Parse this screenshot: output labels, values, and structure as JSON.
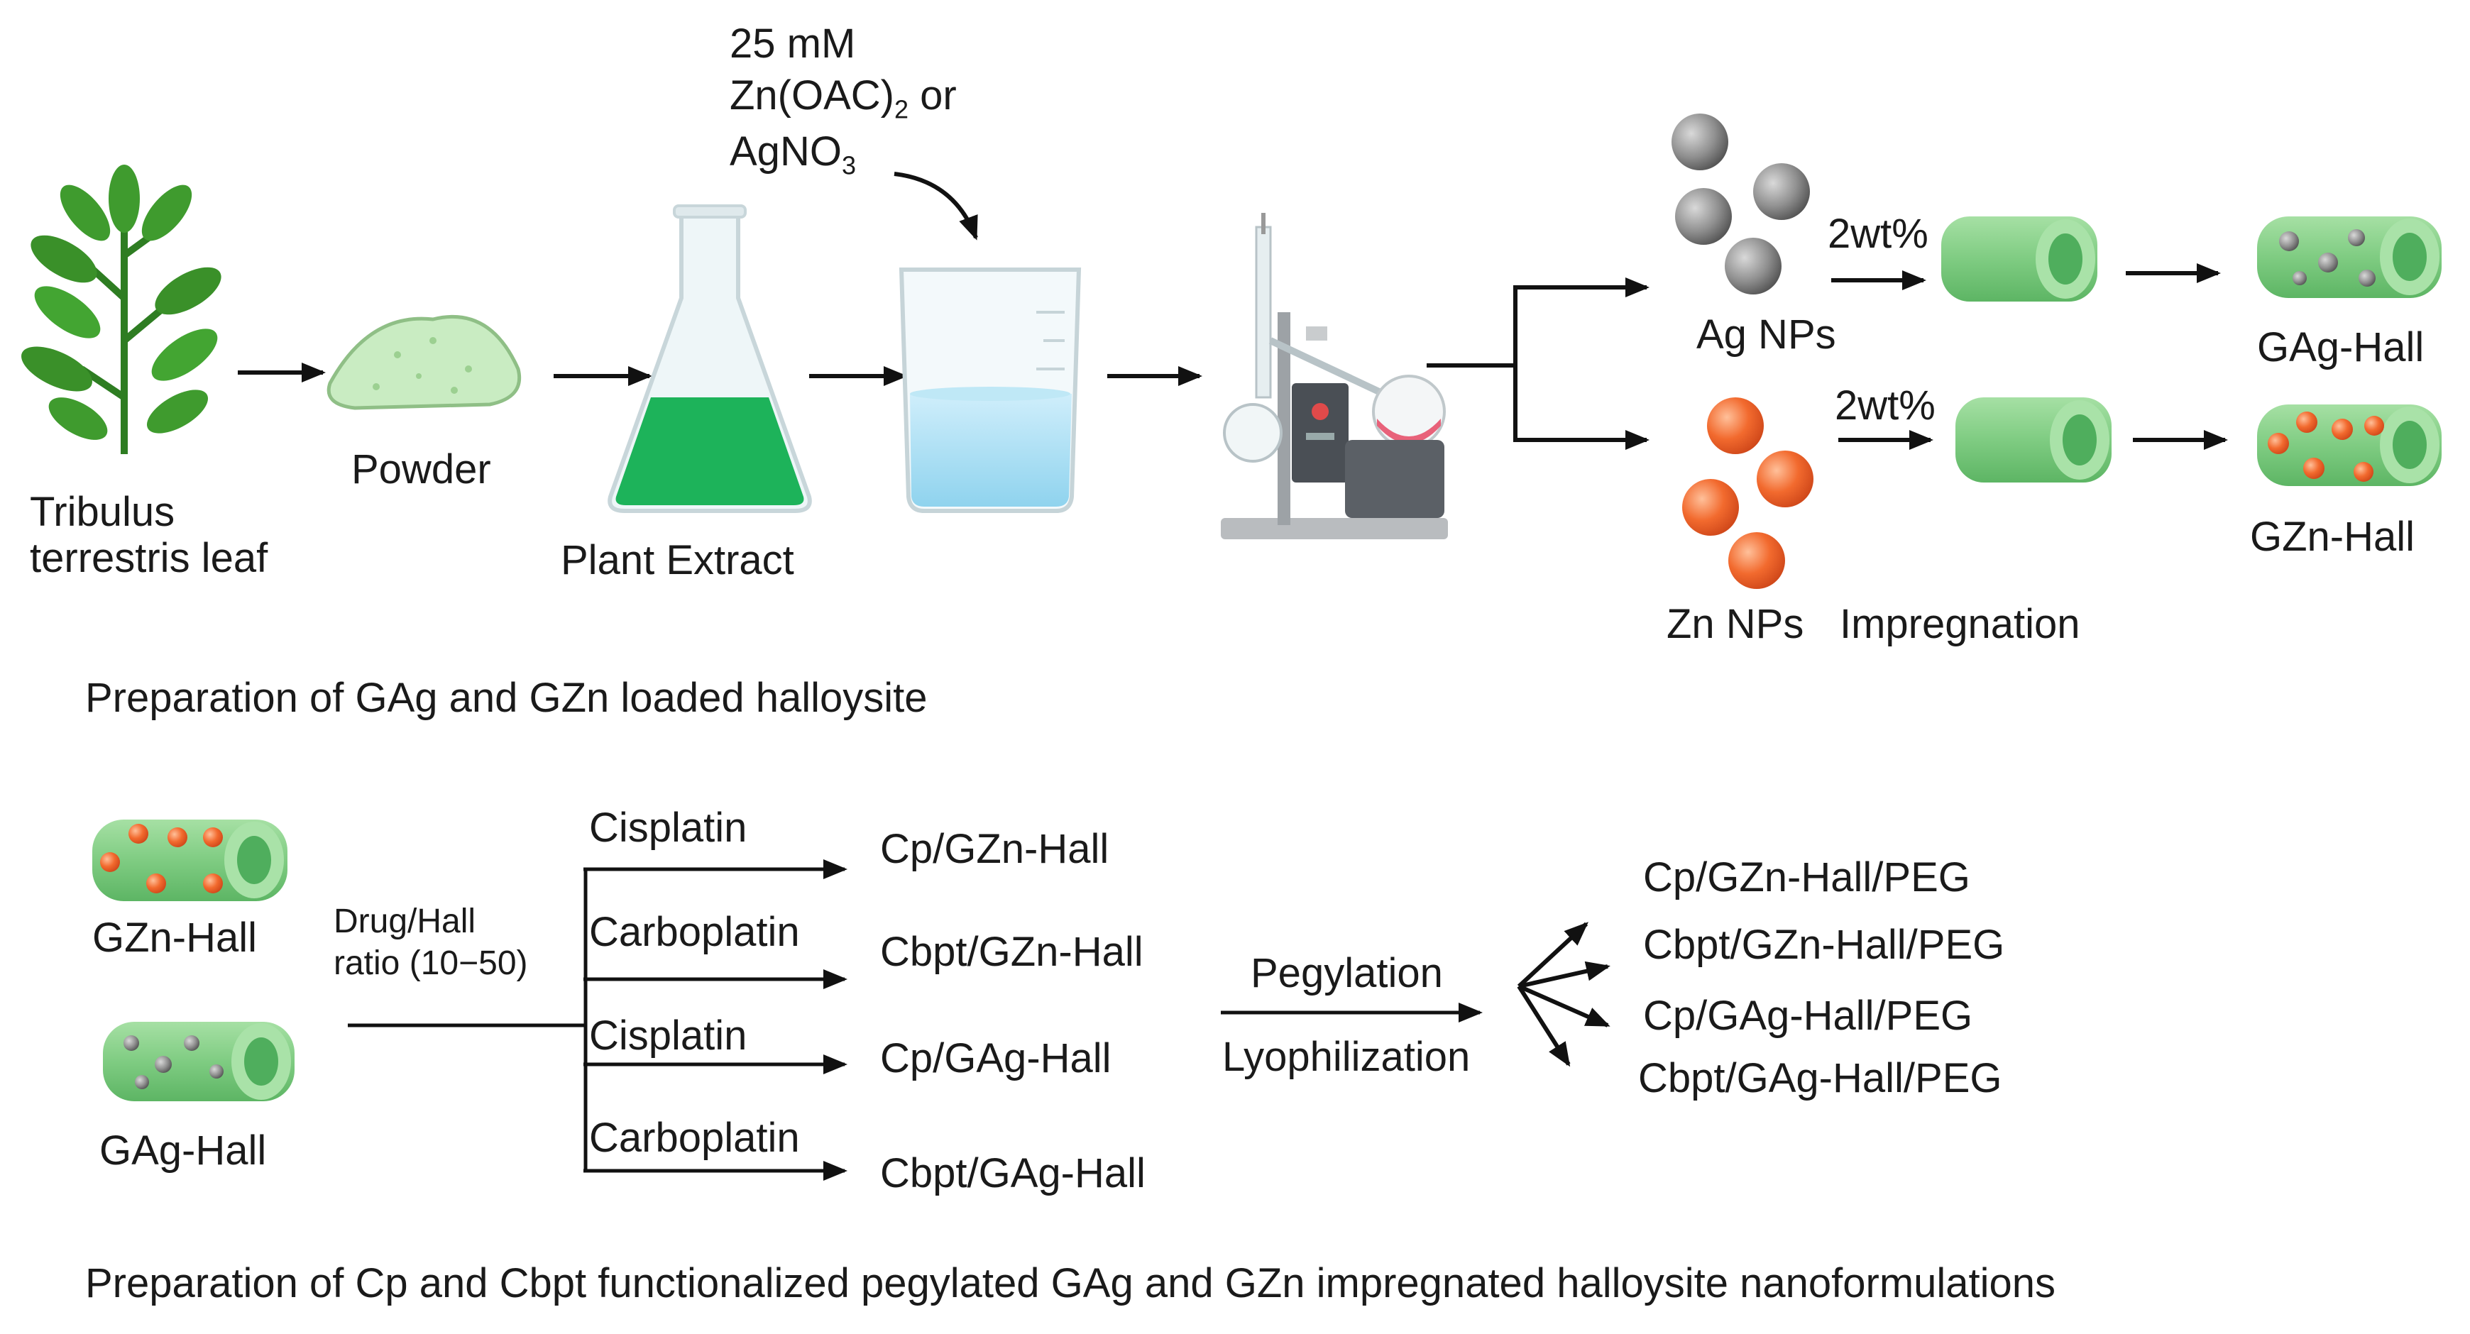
{
  "top": {
    "leaf_line1": "Tribulus",
    "leaf_line2": "terrestris leaf",
    "powder": "Powder",
    "extract": "Plant Extract",
    "reagent_line1": "25 mM",
    "reagent_line2_pre": "Zn(OAC)",
    "reagent_line2_sub": "2",
    "reagent_line2_post": " or",
    "reagent_line3_pre": "AgNO",
    "reagent_line3_sub": "3",
    "ag_np": "Ag NPs",
    "zn_np": "Zn NPs",
    "impregnation": "Impregnation",
    "wt_ag": "2wt%",
    "wt_zn": "2wt%",
    "gag_hall": "GAg-Hall",
    "gzn_hall": "GZn-Hall",
    "caption": "Preparation of GAg and GZn loaded halloysite"
  },
  "bottom": {
    "gzn_hall": "GZn-Hall",
    "gag_hall": "GAg-Hall",
    "ratio_line1": "Drug/Hall",
    "ratio_line2": "ratio (10−50)",
    "branches": [
      "Cisplatin",
      "Carboplatin",
      "Cisplatin",
      "Carboplatin"
    ],
    "products": [
      "Cp/GZn-Hall",
      "Cbpt/GZn-Hall",
      "Cp/GAg-Hall",
      "Cbpt/GAg-Hall"
    ],
    "pegylation": "Pegylation",
    "lyophilization": "Lyophilization",
    "final_products": [
      "Cp/GZn-Hall/PEG",
      "Cbpt/GZn-Hall/PEG",
      "Cp/GAg-Hall/PEG",
      "Cbpt/GAg-Hall/PEG"
    ],
    "caption": "Preparation of Cp and Cbpt functionalized pegylated GAg and GZn impregnated halloysite nanoformulations"
  },
  "colors": {
    "leaf": "#3f9b2e",
    "extract": "#1db35a",
    "tube": "#8fd48f",
    "tube_inner": "#4fae5d",
    "ag_particle": "#8c8c8c",
    "zn_particle": "#f0602a",
    "water": "#a9dff2"
  }
}
